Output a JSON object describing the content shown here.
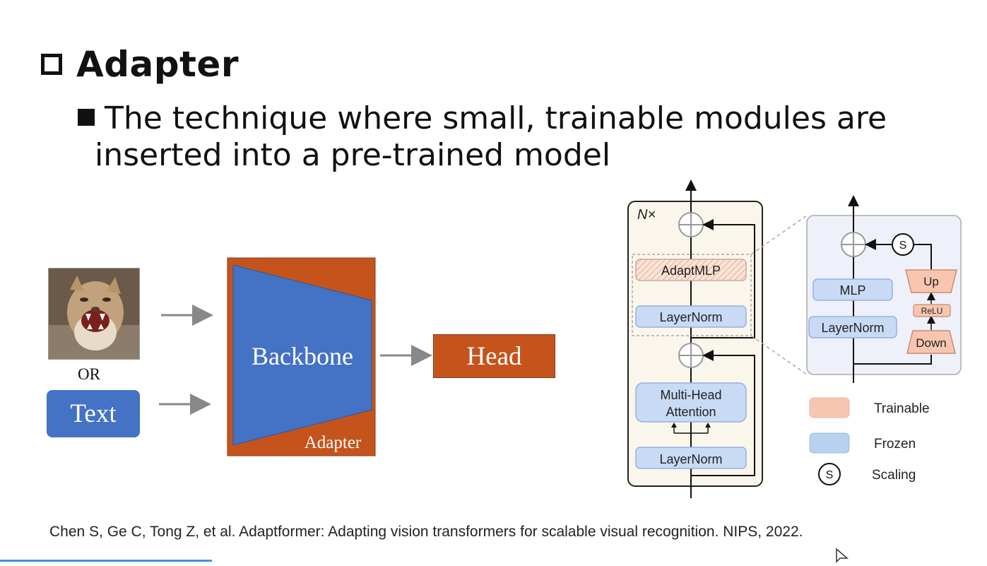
{
  "slide": {
    "title": "Adapter",
    "bullet_line1": "The technique where small, trainable modules are",
    "bullet_line2": "inserted into a pre-trained model"
  },
  "left_diagram": {
    "or_label": "OR",
    "text_label": "Text",
    "backbone_label": "Backbone",
    "adapter_label": "Adapter",
    "head_label": "Head",
    "colors": {
      "blue": "#4472c4",
      "orange": "#c5541c",
      "arrow": "#888888"
    }
  },
  "right_diagram": {
    "repeat_label": "N×",
    "adaptmlp_label": "AdaptMLP",
    "layernorm_top_label": "LayerNorm",
    "mha_line1": "Multi-Head",
    "mha_line2": "Attention",
    "layernorm_bottom_label": "LayerNorm",
    "detail": {
      "mlp_label": "MLP",
      "layernorm_label": "LayerNorm",
      "up_label": "Up",
      "relu_label": "ReLU",
      "down_label": "Down",
      "scaling_symbol": "S"
    },
    "legend": [
      {
        "label": "Trainable",
        "color": "#f8c6b0"
      },
      {
        "label": "Frozen",
        "color": "#b9d1f0"
      },
      {
        "label": "Scaling",
        "symbol": "S"
      }
    ]
  },
  "citation": "Chen S, Ge C, Tong Z, et al. Adaptformer: Adapting vision transformers for scalable visual recognition. NIPS, 2022."
}
